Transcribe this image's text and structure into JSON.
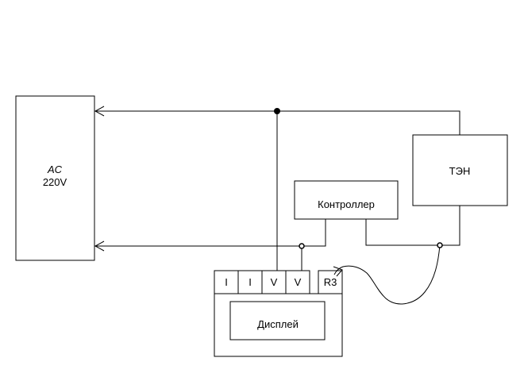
{
  "diagram": {
    "ac_source": {
      "label_line1": "AC",
      "label_line2": "220V"
    },
    "heater": {
      "label": "ТЭН"
    },
    "controller": {
      "label": "Контроллер"
    },
    "display": {
      "label": "Дисплей",
      "terminals": [
        "I",
        "I",
        "V",
        "V"
      ],
      "r3_terminal": "R3"
    }
  }
}
